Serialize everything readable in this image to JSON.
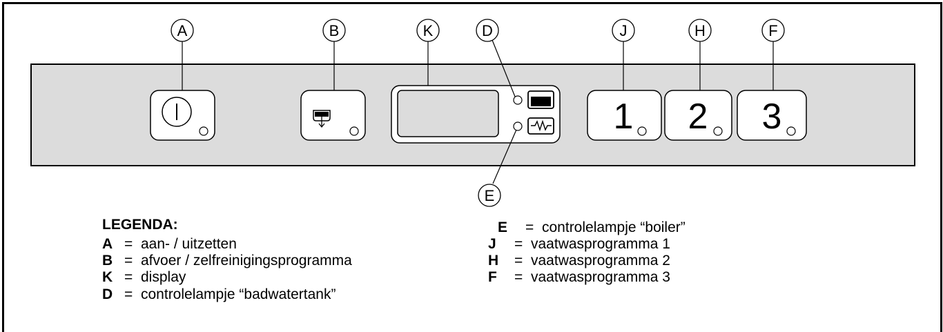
{
  "callouts": {
    "A": "A",
    "B": "B",
    "K": "K",
    "D": "D",
    "J": "J",
    "H": "H",
    "F": "F",
    "E": "E"
  },
  "buttons": {
    "program_1": "1",
    "program_2": "2",
    "program_3": "3"
  },
  "icons": {
    "power": "power-symbol-icon",
    "drain": "drain-icon",
    "tank": "tank-icon",
    "heater": "heater-icon"
  },
  "legend": {
    "title": "LEGENDA:",
    "left": [
      {
        "key": "A",
        "sep": "=",
        "text": "aan- / uitzetten"
      },
      {
        "key": "B",
        "sep": "=",
        "text": "afvoer / zelfreinigingsprogramma"
      },
      {
        "key": "K",
        "sep": "=",
        "text": "display"
      },
      {
        "key": "D",
        "sep": "=",
        "text": "controlelampje “badwatertank”"
      }
    ],
    "right": [
      {
        "key": "E",
        "sep": "=",
        "text": "controlelampje “boiler”"
      },
      {
        "key": "J",
        "sep": "=",
        "text": "vaatwasprogramma 1"
      },
      {
        "key": "H",
        "sep": "=",
        "text": "vaatwasprogramma 2"
      },
      {
        "key": "F",
        "sep": "=",
        "text": "vaatwasprogramma 3"
      }
    ]
  },
  "colors": {
    "panel": "#dcdcdc",
    "button": "#ffffff",
    "display": "#dcdcdc",
    "line": "#000000"
  }
}
